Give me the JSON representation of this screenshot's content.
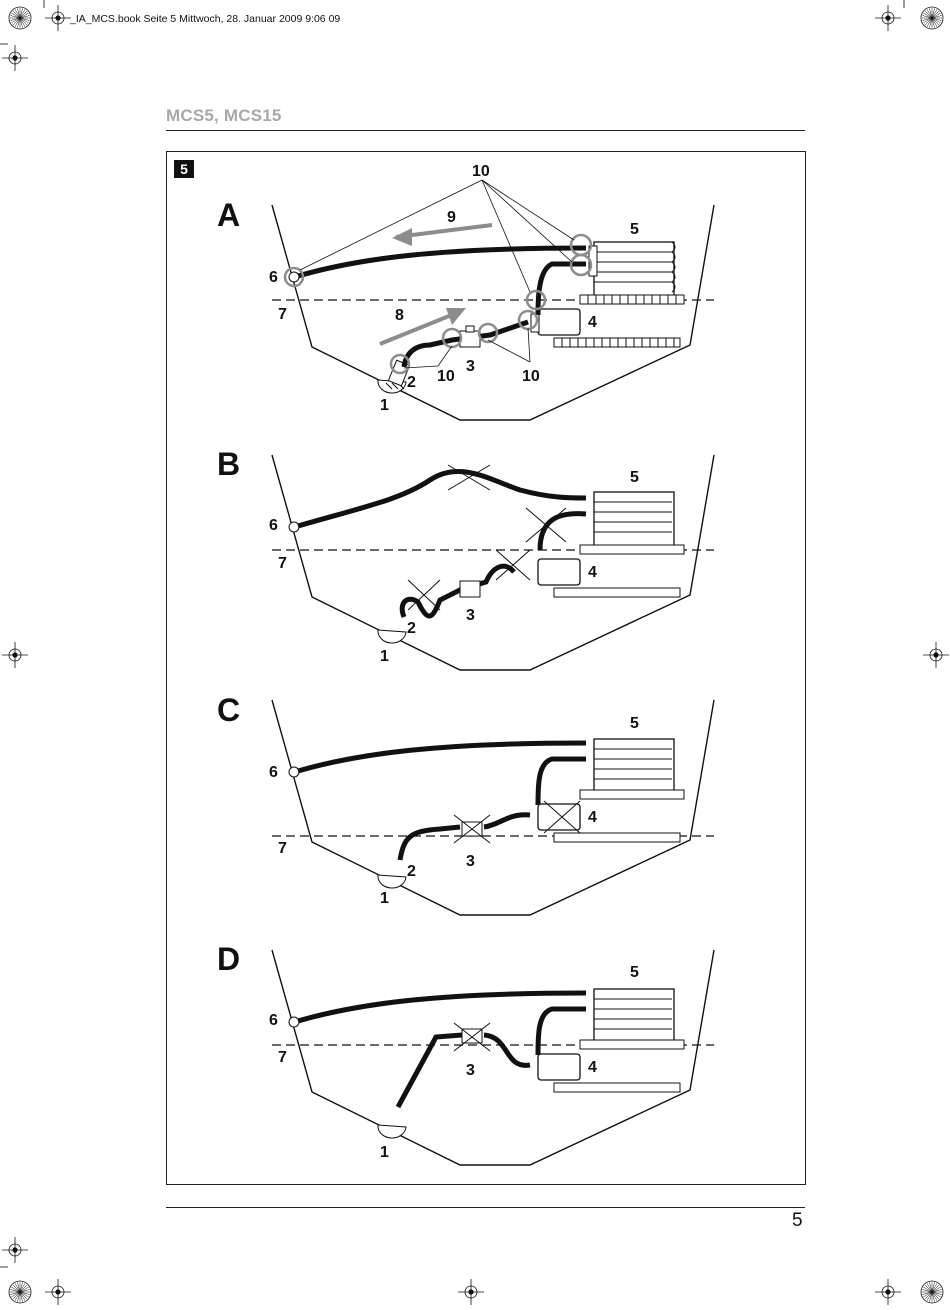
{
  "print_header": "_IA_MCS.book  Seite 5  Mittwoch, 28. Januar 2009  9:06 09",
  "document_title": "MCS5, MCS15",
  "figure_number": "5",
  "page_number": "5",
  "panels": [
    {
      "letter": "A",
      "labels": {
        "1": "1",
        "2": "2",
        "3": "3",
        "4": "4",
        "5": "5",
        "6": "6",
        "7": "7",
        "8": "8",
        "9": "9"
      },
      "label_10": [
        "10",
        "10",
        "10"
      ]
    },
    {
      "letter": "B",
      "labels": {
        "1": "1",
        "2": "2",
        "3": "3",
        "4": "4",
        "5": "5",
        "6": "6",
        "7": "7"
      }
    },
    {
      "letter": "C",
      "labels": {
        "1": "1",
        "2": "2",
        "3": "3",
        "4": "4",
        "5": "5",
        "6": "6",
        "7": "7"
      }
    },
    {
      "letter": "D",
      "labels": {
        "1": "1",
        "3": "3",
        "4": "4",
        "5": "5",
        "6": "6",
        "7": "7"
      }
    }
  ],
  "colors": {
    "ink": "#111111",
    "title_gray": "#a8a8a8",
    "highlight_gray": "#8c8c8c"
  }
}
